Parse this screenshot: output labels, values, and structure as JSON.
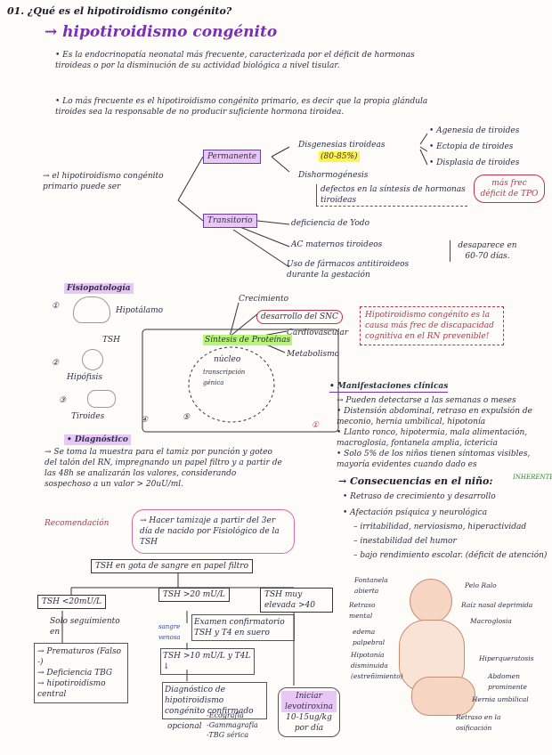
{
  "q": "01. ¿Qué es el hipotiroidismo congénito?",
  "title": "→ hipotiroidismo congénito",
  "intro": [
    "• Es la endocrinopatía neonatal más frecuente, caracterizada por el déficit de hormonas tiroideas o por la disminución de su actividad biológica a nivel tisular.",
    "• Lo más frecuente es el hipotiroidismo congénito primario, es decir que la propia glándula tiroides sea la responsable de no producir suficiente hormona tiroidea."
  ],
  "primario": {
    "label": "→ el hipotiroidismo congénito primario puede ser"
  },
  "permanente": {
    "label": "Permanente",
    "disgenesias": "Disgenesias tiroideas",
    "pct": "(80-85%)",
    "dis_items": [
      "• Agenesia de tiroides",
      "• Ectopia de tiroides",
      "• Displasia de tiroides"
    ],
    "dishormo": "Dishormogénesis",
    "defectos": "defectos en la síntesis de hormonas tiroideas",
    "tpo": "más frec déficit de TPO"
  },
  "transitorio": {
    "label": "Transitorio",
    "items": [
      "deficiencia de Yodo",
      "AC maternos tiroideos",
      "Uso de fármacos antitiroideos durante la gestación"
    ],
    "desaparece": "desaparece en 60-70 días."
  },
  "fisio": {
    "label": "Fisiopatología",
    "hipotalamo": "Hipotálamo",
    "tsh": "TSH",
    "hipofisis": "Hipófisis",
    "tiroides": "Tiroides",
    "n1": "①",
    "n2": "②",
    "n3": "③",
    "n4": "④",
    "n5": "⑤",
    "sintesis": "Síntesis de Proteínas",
    "crecimiento": "Crecimiento",
    "desarrollo": "desarrollo del SNC",
    "cardio": "Cardiovascular",
    "metab": "Metabolismo",
    "nucleo": "núcleo",
    "transc": "transcripción génica",
    "hipo_causa": "Hipotiroidismo congénito es la causa más frec de discapacidad cognitiva en el RN prevenible!"
  },
  "manif": {
    "label": "• Manifestaciones clínicas",
    "items": [
      "→ Pueden detectarse a las semanas o meses",
      "• Distensión abdominal, retraso en expulsión de meconio, hernia umbilical, hipotonía",
      "• Llanto ronco, hipotermia, mala alimentación, macroglosia, fontanela amplia, ictericia",
      "• Solo 5% de los niños tienen síntomas visibles, mayoría evidentes cuando dado es"
    ],
    "ictericia": "ictericia",
    "num": "①"
  },
  "conse": {
    "label": "→ Consecuencias en el niño:",
    "tag": "INHERENTE",
    "items": [
      "• Retraso de crecimiento y desarrollo",
      "• Afectación psíquica y neurológica",
      "– irritabilidad, nerviosismo, hiperactividad",
      "– inestabilidad del humor",
      "– bajo rendimiento escolar. (déficit de atención)"
    ]
  },
  "diag": {
    "label": "• Diagnóstico",
    "text": "→ Se toma la muestra para el tamiz por punción y goteo del talón del RN, impregnando un papel filtro y a partir de las 48h se analizarán los valores, considerando sospechoso a un valor > 20uU/ml.",
    "recom": "Recomendación",
    "recom_text": "→ Hacer tamizaje a partir del 3er día de nacido por Fisiológico de la TSH",
    "tsh_sangre": "TSH en gota de sangre en papel filtro",
    "tsh_lt": "TSH <20mU/L",
    "tsh_gt": "TSH >20 mU/L",
    "tsh_muy": "TSH muy elevada >40",
    "solo_seg": "Solo seguimiento en",
    "seg_items": [
      "→ Prematuros (Falso -)",
      "→ Deficiencia TBG",
      "→ hipotiroidismo central"
    ],
    "sangre_venosa": "sangre venosa",
    "examen": "Examen confirmatorio TSH y T4 en suero",
    "tsh10": "TSH >10 mU/L y T4L ↓",
    "diag_conf": "Diagnóstico de hipotiroidismo congénito confirmado",
    "opcional": "opcional",
    "opc_items": [
      "-Ecografía",
      "-Gammagrafía",
      "-TBG sérica"
    ],
    "iniciar": "Iniciar levotiroxina",
    "dosis": "10-15ug/kg por día"
  },
  "baby": {
    "labels": [
      "Fontanela abierta",
      "Pelo Ralo",
      "Retraso mental",
      "Raíz nasal deprimida",
      "Macroglosia",
      "edema palpebral",
      "Hipotonía disminuida (estreñimiento)",
      "Hiperqueratosis",
      "Abdomen prominente",
      "Hernia umbilical",
      "Retraso en la osificación"
    ]
  },
  "colors": {
    "purple": "#7a2fb5",
    "pink": "#e9c7f4",
    "yellow": "#fff34d",
    "green": "#b9f37a",
    "red": "#c2304a"
  }
}
